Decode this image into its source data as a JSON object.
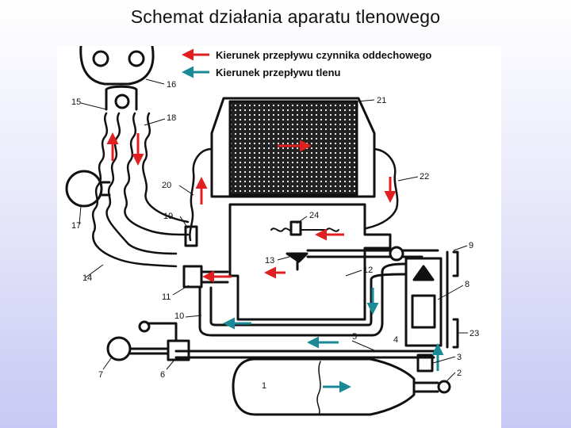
{
  "title": "Schemat działania aparatu tlenowego",
  "legend": {
    "exhale_flow": "Kierunek przepływu czynnika oddechowego",
    "oxygen_flow": "Kierunek przepływu tlenu"
  },
  "colors": {
    "exhale": "#e02020",
    "oxygen": "#1a8a96",
    "line": "#111111"
  },
  "labels": {
    "l1": "1",
    "l2": "2",
    "l3": "3",
    "l4": "4",
    "l5": "5",
    "l6": "6",
    "l7": "7",
    "l8": "8",
    "l9": "9",
    "l10": "10",
    "l11": "11",
    "l12": "12",
    "l13": "13",
    "l14": "14",
    "l15": "15",
    "l16": "16",
    "l17": "17",
    "l18": "18",
    "l19": "19",
    "l20": "20",
    "l21": "21",
    "l22": "22",
    "l23": "23",
    "l24": "24"
  }
}
